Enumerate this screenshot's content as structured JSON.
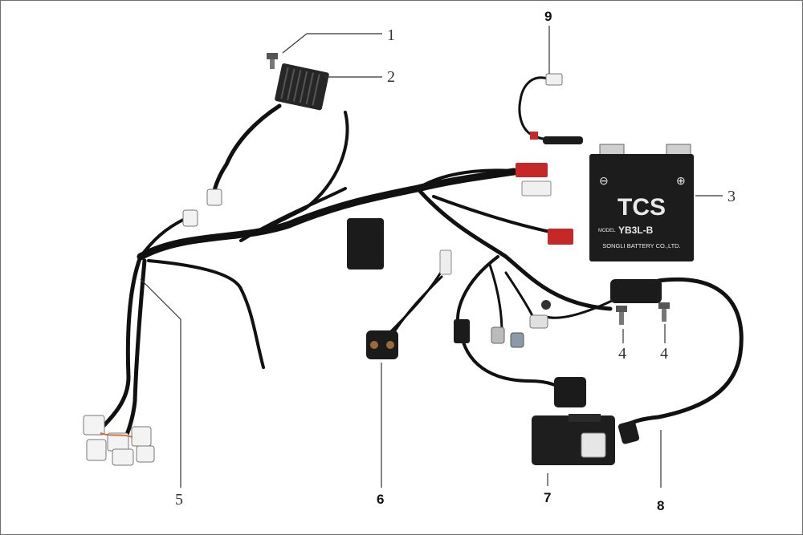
{
  "callouts": {
    "c1": "1",
    "c2": "2",
    "c3": "3",
    "c4a": "4",
    "c4b": "4",
    "c5": "5",
    "c6": "6",
    "c7": "7",
    "c8": "8",
    "c9": "9"
  },
  "battery": {
    "brand": "TCS",
    "model_prefix": "MODEL",
    "model": "YB3L-B",
    "maker": "SONGLI BATTERY CO.,LTD."
  },
  "colors": {
    "line": "#333333",
    "wire": "#111111",
    "battery_case": "#1c1c1c",
    "terminal_red": "#c62828"
  }
}
